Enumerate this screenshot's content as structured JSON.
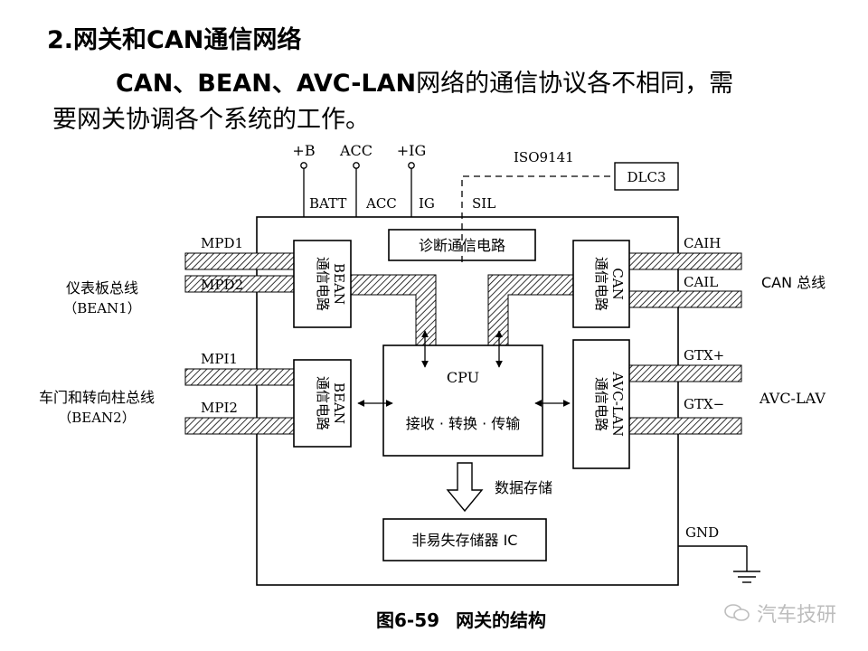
{
  "heading": "2.网关和CAN通信网络",
  "paragraph": {
    "latin_part": "CAN、BEAN、AVC-LAN",
    "rest_line1": "网络的通信协议各不相同，需",
    "line2": "要网关协调各个系统的工作。"
  },
  "diagram": {
    "supply_inputs": [
      "+B",
      "ACC",
      "+IG"
    ],
    "supply_pins": [
      "BATT",
      "ACC",
      "IG"
    ],
    "iso_label": "ISO9141",
    "sil_label": "SIL",
    "dlc_label": "DLC3",
    "diag_block": "诊断通信电路",
    "bean_block_cn": "通信电路",
    "bean_block_en": "BEAN",
    "can_block_cn": "通信电路",
    "can_block_en": "CAN",
    "avc_block_cn": "通信电路",
    "avc_block_en": "AVC-LAN",
    "cpu_label": "CPU",
    "cpu_function": "接收 · 转换 · 传输",
    "data_store_label": "数据存储",
    "memory_block": "非易失存储器 IC",
    "left_pins": [
      "MPD1",
      "MPD2",
      "MPI1",
      "MPI2"
    ],
    "right_pins": [
      "CAIH",
      "CAIL",
      "GTX+",
      "GTX−"
    ],
    "gnd_label": "GND",
    "bus_labels": {
      "bean1_cn": "仪表板总线",
      "bean1_en": "（BEAN1）",
      "bean2_cn": "车门和转向柱总线",
      "bean2_en": "（BEAN2）",
      "can": "CAN 总线",
      "avc": "AVC-LAV"
    }
  },
  "caption": {
    "figure_number": "图6-59",
    "title": "网关的结构"
  },
  "watermark": "汽车技研"
}
